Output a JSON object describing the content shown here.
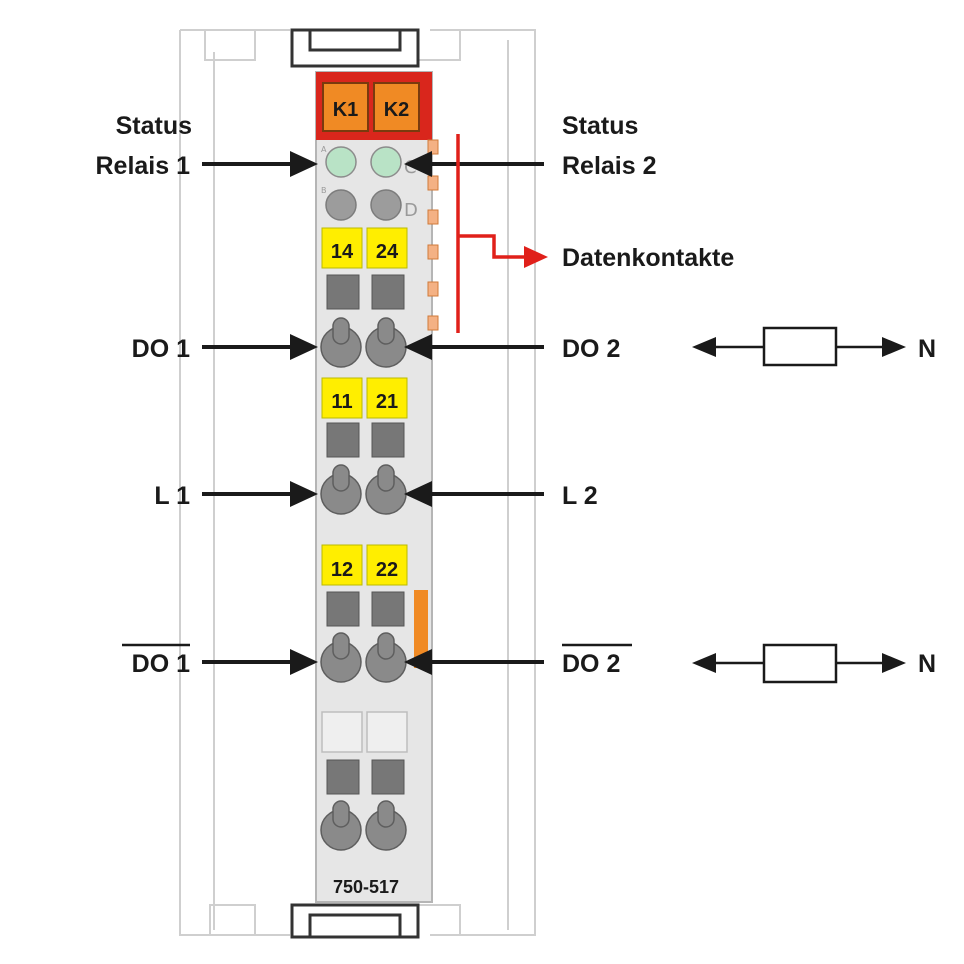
{
  "module": {
    "part_number": "750-517",
    "relay_labels": [
      "K1",
      "K2"
    ],
    "terminal_rows": [
      [
        "14",
        "24"
      ],
      [
        "11",
        "21"
      ],
      [
        "12",
        "22"
      ]
    ],
    "led_marks": [
      "A",
      "B",
      "C",
      "D"
    ]
  },
  "labels_left": {
    "status_1_line1": "Status",
    "status_1_line2": "Relais 1",
    "do1": "DO 1",
    "l1": "L 1",
    "do1_inv": "DO 1"
  },
  "labels_right": {
    "status_2_line1": "Status",
    "status_2_line2": "Relais 2",
    "data_contacts": "Datenkontakte",
    "do2": "DO 2",
    "l2": "L 2",
    "do2_inv": "DO 2"
  },
  "load_symbols": {
    "n_label_1": "N",
    "n_label_2": "N"
  },
  "colors": {
    "relay_header": "#d9261c",
    "relay_button": "#f08a24",
    "led_green": "#b9e3c6",
    "led_gray": "#9c9c9c",
    "terminal_label": "#ffee00",
    "housing": "#e6e6e6",
    "arrow": "#1a1a1a",
    "data_contact_line": "#e0201a"
  }
}
